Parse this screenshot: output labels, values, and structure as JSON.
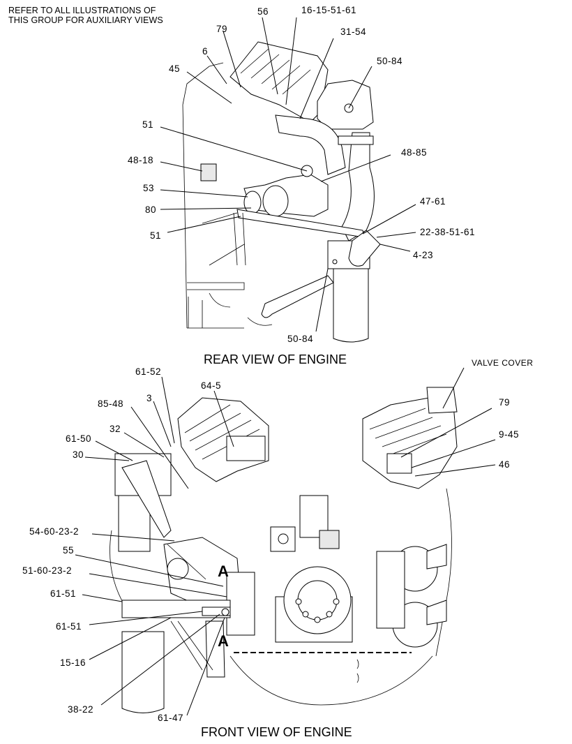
{
  "note": {
    "line1": "REFER TO ALL ILLUSTRATIONS OF",
    "line2": "THIS GROUP FOR AUXILIARY VIEWS"
  },
  "rear_view": {
    "title": "REAR VIEW OF ENGINE",
    "callouts": [
      "56",
      "16-15-51-61",
      "79",
      "31-54",
      "6",
      "45",
      "50-84",
      "51",
      "48-85",
      "48-18",
      "53",
      "80",
      "51",
      "47-61",
      "22-38-51-61",
      "4-23",
      "50-84"
    ]
  },
  "front_view": {
    "title": "FRONT VIEW OF ENGINE",
    "callouts": [
      "61-52",
      "64-5",
      "VALVE COVER",
      "85-48",
      "3",
      "32",
      "61-50",
      "30",
      "79",
      "9-45",
      "46",
      "54-60-23-2",
      "55",
      "51-60-23-2",
      "61-51",
      "61-51",
      "15-16",
      "38-22",
      "61-47"
    ],
    "section_mark": "A"
  }
}
